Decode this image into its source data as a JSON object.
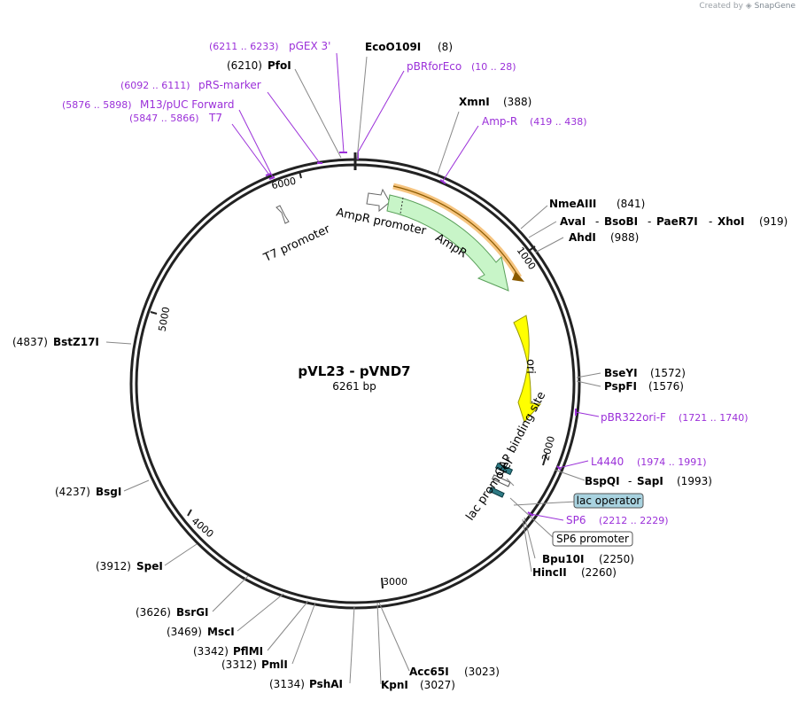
{
  "credit": {
    "prefix": "Created by",
    "brand": "SnapGene"
  },
  "plasmid": {
    "name": "pVL23 - pVND7",
    "length_label": "6261 bp",
    "total_bp": 6261
  },
  "ticks": [
    "1000",
    "2000",
    "3000",
    "4000",
    "5000",
    "6000"
  ],
  "enzymes": [
    {
      "name": "EcoO109I",
      "pos": "(8)"
    },
    {
      "name": "PfoI",
      "pos": "(6210)"
    },
    {
      "name": "XmnI",
      "pos": "(388)"
    },
    {
      "name": "NmeAIII",
      "pos": "(841)"
    },
    {
      "name": "AvaI",
      "pos": ""
    },
    {
      "name": "BsoBI",
      "pos": ""
    },
    {
      "name": "PaeR7I",
      "pos": ""
    },
    {
      "name": "XhoI",
      "pos": "(919)"
    },
    {
      "name": "AhdI",
      "pos": "(988)"
    },
    {
      "name": "BseYI",
      "pos": "(1572)"
    },
    {
      "name": "PspFI",
      "pos": "(1576)"
    },
    {
      "name": "BspQI",
      "pos": ""
    },
    {
      "name": "SapI",
      "pos": "(1993)"
    },
    {
      "name": "Bpu10I",
      "pos": "(2250)"
    },
    {
      "name": "HincII",
      "pos": "(2260)"
    },
    {
      "name": "Acc65I",
      "pos": "(3023)"
    },
    {
      "name": "KpnI",
      "pos": "(3027)"
    },
    {
      "name": "PshAI",
      "pos": "(3134)"
    },
    {
      "name": "PmlI",
      "pos": "(3312)"
    },
    {
      "name": "PflMI",
      "pos": "(3342)"
    },
    {
      "name": "MscI",
      "pos": "(3469)"
    },
    {
      "name": "BsrGI",
      "pos": "(3626)"
    },
    {
      "name": "SpeI",
      "pos": "(3912)"
    },
    {
      "name": "BsgI",
      "pos": "(4237)"
    },
    {
      "name": "BstZ17I",
      "pos": "(4837)"
    }
  ],
  "primers": [
    {
      "name": "pGEX 3'",
      "range": "(6211 .. 6233)"
    },
    {
      "name": "pBRforEco",
      "range": "(10 .. 28)"
    },
    {
      "name": "pRS-marker",
      "range": "(6092 .. 6111)"
    },
    {
      "name": "M13/pUC Forward",
      "range": "(5876 .. 5898)"
    },
    {
      "name": "T7",
      "range": "(5847 .. 5866)"
    },
    {
      "name": "Amp-R",
      "range": "(419 .. 438)"
    },
    {
      "name": "pBR322ori-F",
      "range": "(1721 .. 1740)"
    },
    {
      "name": "L4440",
      "range": "(1974 .. 1991)"
    },
    {
      "name": "SP6",
      "range": "(2212 .. 2229)"
    }
  ],
  "features": {
    "ampr_promoter": "AmpR promoter",
    "ampr": "AmpR",
    "ori": "ori",
    "t7_promoter": "T7 promoter",
    "cap_site": "CAP binding site",
    "lac_promoter": "lac promoter",
    "lac_operator": "lac operator",
    "sp6_promoter": "SP6 promoter"
  },
  "colors": {
    "backbone": "#222222",
    "primer": "#9b30d9",
    "ampr_fill": "#c8f5c8",
    "ampr_stroke": "#5aa05a",
    "ori_fill": "#ffff00",
    "ori_stroke": "#999900",
    "orf_highlight": "#f6c47f",
    "lac_operator_fill": "#a9d3e0",
    "cap_fill": "#2e7a84"
  }
}
